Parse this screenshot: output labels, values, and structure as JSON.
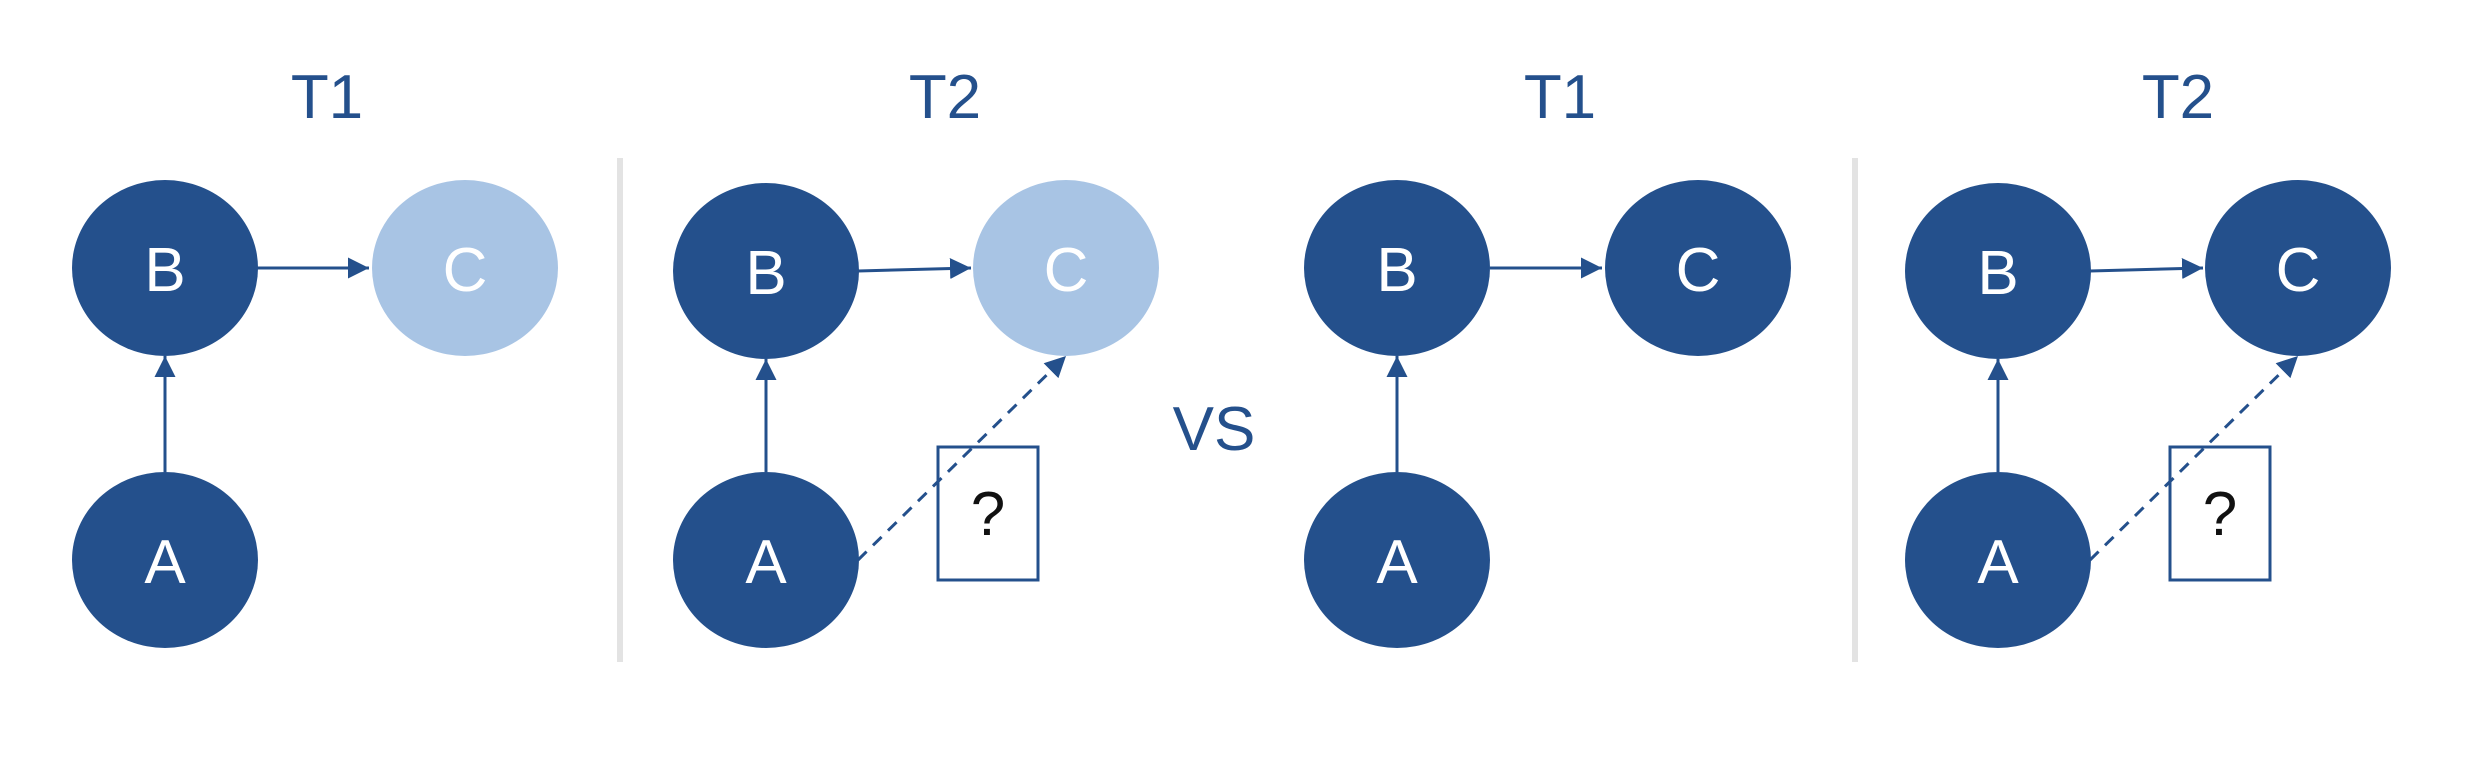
{
  "colors": {
    "node_dark": "#24508c",
    "node_light": "#a8c4e4",
    "text_dark": "#24508c",
    "divider": "#e3e3e3"
  },
  "vs_label": "VS",
  "panels": [
    {
      "title": "T1",
      "nodes": {
        "A": "A",
        "B": "B",
        "C": "C"
      },
      "c_shade": "light",
      "has_hidden_link": false
    },
    {
      "title": "T2",
      "nodes": {
        "A": "A",
        "B": "B",
        "C": "C"
      },
      "c_shade": "light",
      "has_hidden_link": true,
      "hidden_label": "?"
    },
    {
      "title": "T1",
      "nodes": {
        "A": "A",
        "B": "B",
        "C": "C"
      },
      "c_shade": "dark",
      "has_hidden_link": false
    },
    {
      "title": "T2",
      "nodes": {
        "A": "A",
        "B": "B",
        "C": "C"
      },
      "c_shade": "dark",
      "has_hidden_link": true,
      "hidden_label": "?"
    }
  ]
}
